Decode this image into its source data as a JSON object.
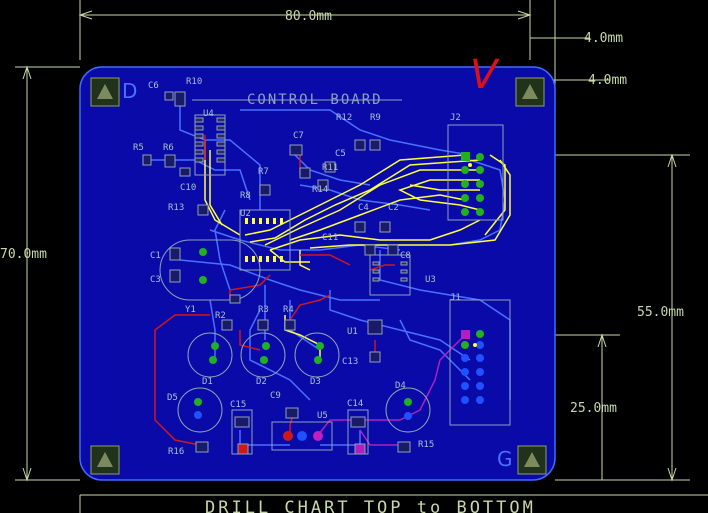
{
  "dimensions": {
    "width_top": "80.0mm",
    "height_left": "70.0mm",
    "right_55": "55.0mm",
    "right_25": "25.0mm",
    "corner_4a": "4.0mm",
    "corner_4b": "4.0mm"
  },
  "board": {
    "title": "CONTROL BOARD",
    "corner_D": "D",
    "corner_G": "G",
    "mark_v": "V"
  },
  "footer": {
    "drill_chart": "DRILL CHART  TOP to BOTTOM"
  },
  "refdes": {
    "C6": "C6",
    "R10": "R10",
    "U4": "U4",
    "R12": "R12",
    "R9": "R9",
    "J2": "J2",
    "R5": "R5",
    "R6": "R6",
    "C7": "C7",
    "C5": "C5",
    "R7": "R7",
    "R11": "R11",
    "C10": "C10",
    "R14": "R14",
    "R8": "R8",
    "R13": "R13",
    "C4": "C4",
    "C2": "C2",
    "U2": "U2",
    "C1": "C1",
    "C11": "C11",
    "C8": "C8",
    "C3": "C3",
    "U3": "U3",
    "Y1": "Y1",
    "J1": "J1",
    "R2": "R2",
    "R3": "R3",
    "R4": "R4",
    "U1": "U1",
    "C13": "C13",
    "D1": "D1",
    "D2": "D2",
    "D3": "D3",
    "D4": "D4",
    "D5": "D5",
    "C15": "C15",
    "C9": "C9",
    "C14": "C14",
    "U5": "U5",
    "R16": "R16",
    "R15": "R15"
  },
  "colors": {
    "board": "#0a0aa8",
    "outline": "#3f6bff",
    "trace_blue": "#4a70ff",
    "trace_yellow": "#ffff40",
    "trace_red": "#d01818",
    "trace_magenta": "#b020c0",
    "pad_green": "#20b020",
    "dimension": "#c8d8a8",
    "silk": "#a7c0d0"
  }
}
